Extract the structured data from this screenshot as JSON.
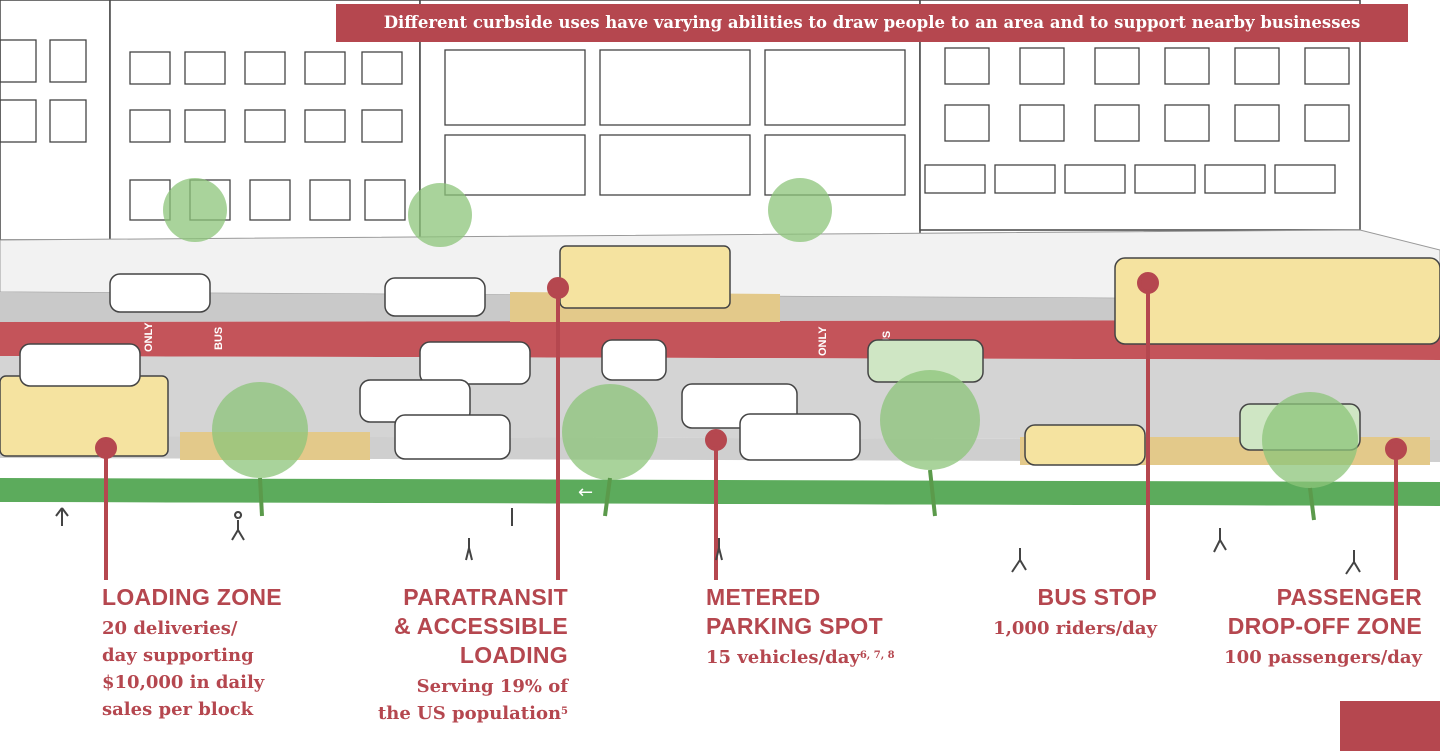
{
  "header": {
    "banner_text": "Different curbside uses have varying abilities to draw people to an area and to support nearby businesses"
  },
  "street": {
    "lane_labels": [
      "ONLY",
      "BUS",
      "ONLY",
      "BUS"
    ]
  },
  "callouts": [
    {
      "id": "loading-zone",
      "title": "LOADING ZONE",
      "desc_lines": [
        "20 deliveries/",
        "day supporting",
        "$10,000 in daily",
        "sales per block"
      ]
    },
    {
      "id": "paratransit",
      "title_lines": [
        "PARATRANSIT",
        "& ACCESSIBLE",
        "LOADING"
      ],
      "desc_lines": [
        "Serving 19% of",
        "the US population"
      ],
      "footnote": "5"
    },
    {
      "id": "metered-parking",
      "title_lines": [
        "METERED",
        "PARKING SPOT"
      ],
      "desc": "15 vehicles/day",
      "footnote": "6, 7, 8"
    },
    {
      "id": "bus-stop",
      "title": "BUS STOP",
      "desc": "1,000 riders/day"
    },
    {
      "id": "passenger-dropoff",
      "title_lines": [
        "PASSENGER",
        "DROP-OFF ZONE"
      ],
      "desc": "100 passengers/day"
    }
  ],
  "colors": {
    "accent": "#b5474f",
    "bus_lane": "#c4545a",
    "bike_lane": "#5cab5c",
    "curb_use_tan": "#e3c98a",
    "vehicle_yellow": "#f5e3a0",
    "tree_green": "#8cc47a"
  }
}
